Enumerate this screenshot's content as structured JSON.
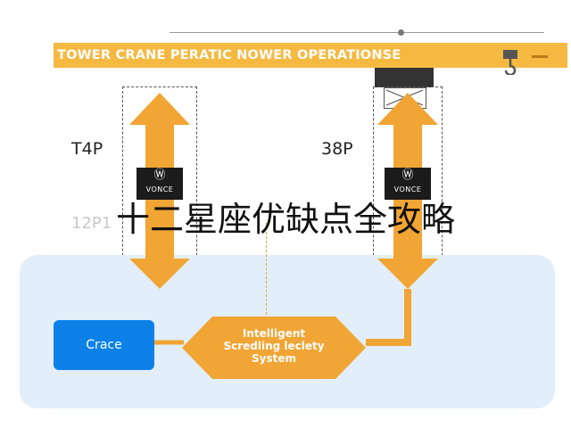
{
  "diagram": {
    "title": "TOWER CRANE PERATIC NOWER OPERATIONSE",
    "left_column": {
      "label": "T4P",
      "logo_text": "VONCE"
    },
    "right_column": {
      "label": "38P",
      "logo_text": "VONCE"
    },
    "faded_label": "12P1",
    "crane_box_label": "Crace",
    "system_label": [
      "Intelligent",
      "Scredling leclety",
      "System"
    ]
  },
  "overlay_title": "十二星座优缺点全攻略",
  "colors": {
    "orange": "#f1a534",
    "jib_orange": "#f5b942",
    "blue_box": "#0c82e8",
    "panel": "#e2eef9",
    "logo_black": "#1b1b1b"
  }
}
